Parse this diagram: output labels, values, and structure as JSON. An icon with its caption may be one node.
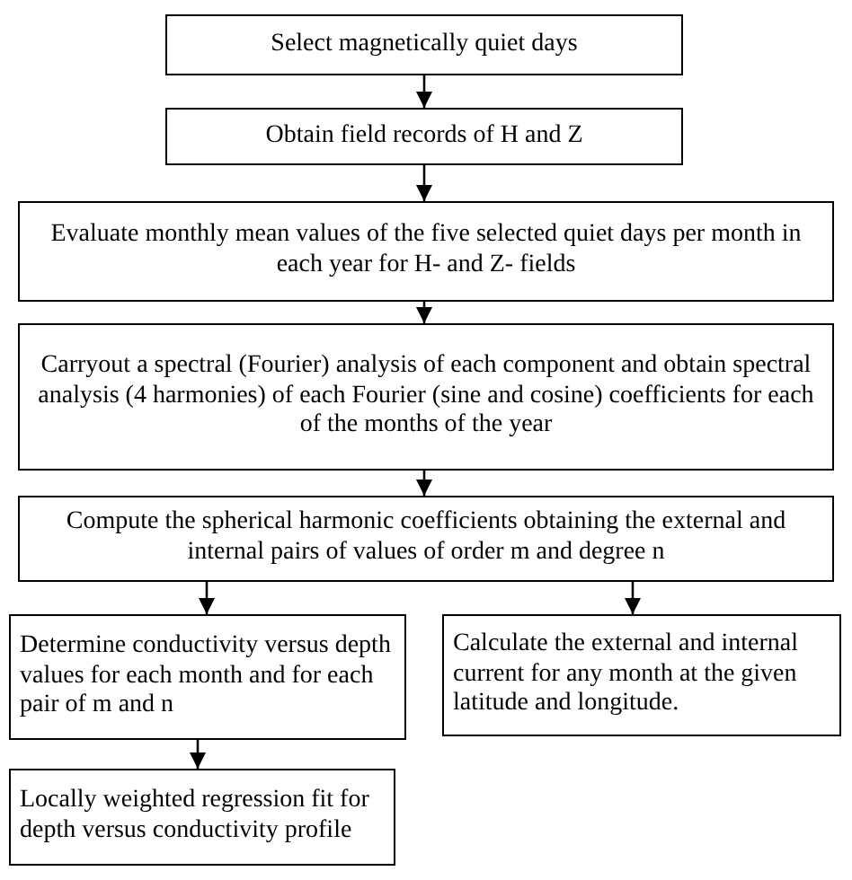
{
  "diagram": {
    "nodes": [
      {
        "text": [
          "Select magnetically quiet days"
        ]
      },
      {
        "text": [
          "Obtain field records of H and Z"
        ]
      },
      {
        "text": [
          "Evaluate monthly mean values of the five selected quiet days per month in each year for H- and Z- fields"
        ]
      },
      {
        "text": [
          "Carryout a spectral (Fourier) analysis of each component and obtain spectral analysis (4 harmonies) of each Fourier (sine and cosine) coefficients for each of the months of the year"
        ]
      },
      {
        "text": [
          "Compute the spherical harmonic coefficients obtaining the external and internal pairs of values of order m and degree n"
        ]
      },
      {
        "text": [
          "Determine conductivity versus depth values for each month and for each pair of m and n"
        ]
      },
      {
        "text": [
          "Calculate the external and internal current for any month at the given latitude and longitude."
        ]
      },
      {
        "text": [
          "Locally weighted regression fit for depth versus conductivity profile"
        ]
      }
    ],
    "edges": [
      {
        "from": 0,
        "to": 1,
        "arrow": "to"
      },
      {
        "from": 1,
        "to": 2,
        "arrow": "to"
      },
      {
        "from": 2,
        "to": 3,
        "arrow": "to"
      },
      {
        "from": 3,
        "to": 4,
        "arrow": "to"
      },
      {
        "from": 4,
        "to": 5,
        "arrow": "to"
      },
      {
        "from": 4,
        "to": 6,
        "arrow": "to"
      },
      {
        "from": 5,
        "to": 7,
        "arrow": "to"
      }
    ]
  }
}
